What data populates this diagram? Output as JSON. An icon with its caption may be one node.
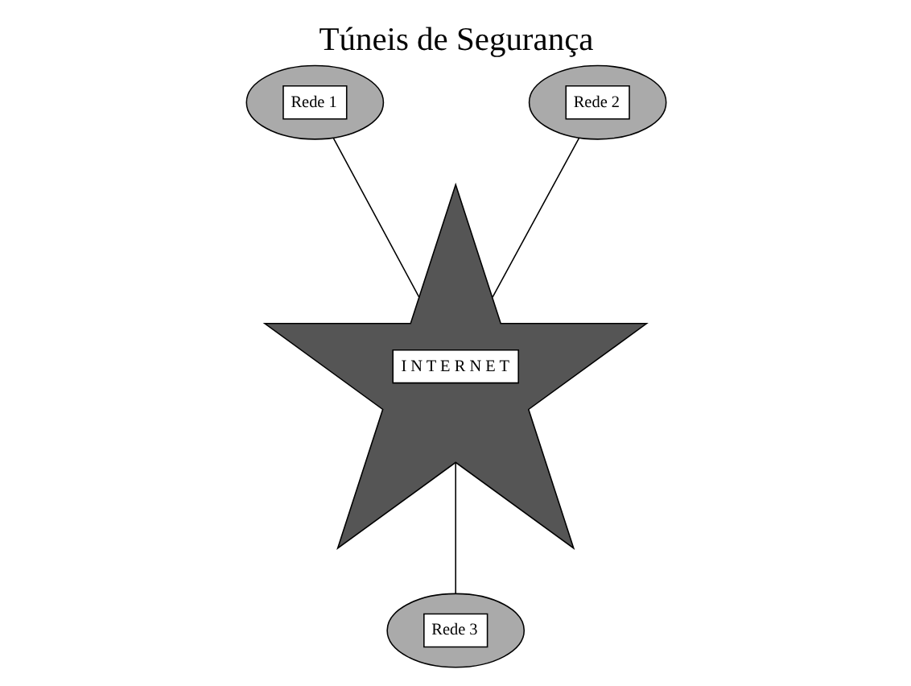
{
  "diagram": {
    "title": "Túneis de Segurança",
    "nodes": [
      {
        "text": [
          "Rede 1"
        ]
      },
      {
        "text": [
          "Rede 2"
        ]
      },
      {
        "text": [
          "I N T E R N E T"
        ]
      },
      {
        "text": [
          "Rede 3"
        ]
      }
    ],
    "edges": [
      {
        "from": 0,
        "to": 2,
        "arrow": "none"
      },
      {
        "from": 1,
        "to": 2,
        "arrow": "none"
      },
      {
        "from": 2,
        "to": 3,
        "arrow": "none"
      }
    ]
  }
}
